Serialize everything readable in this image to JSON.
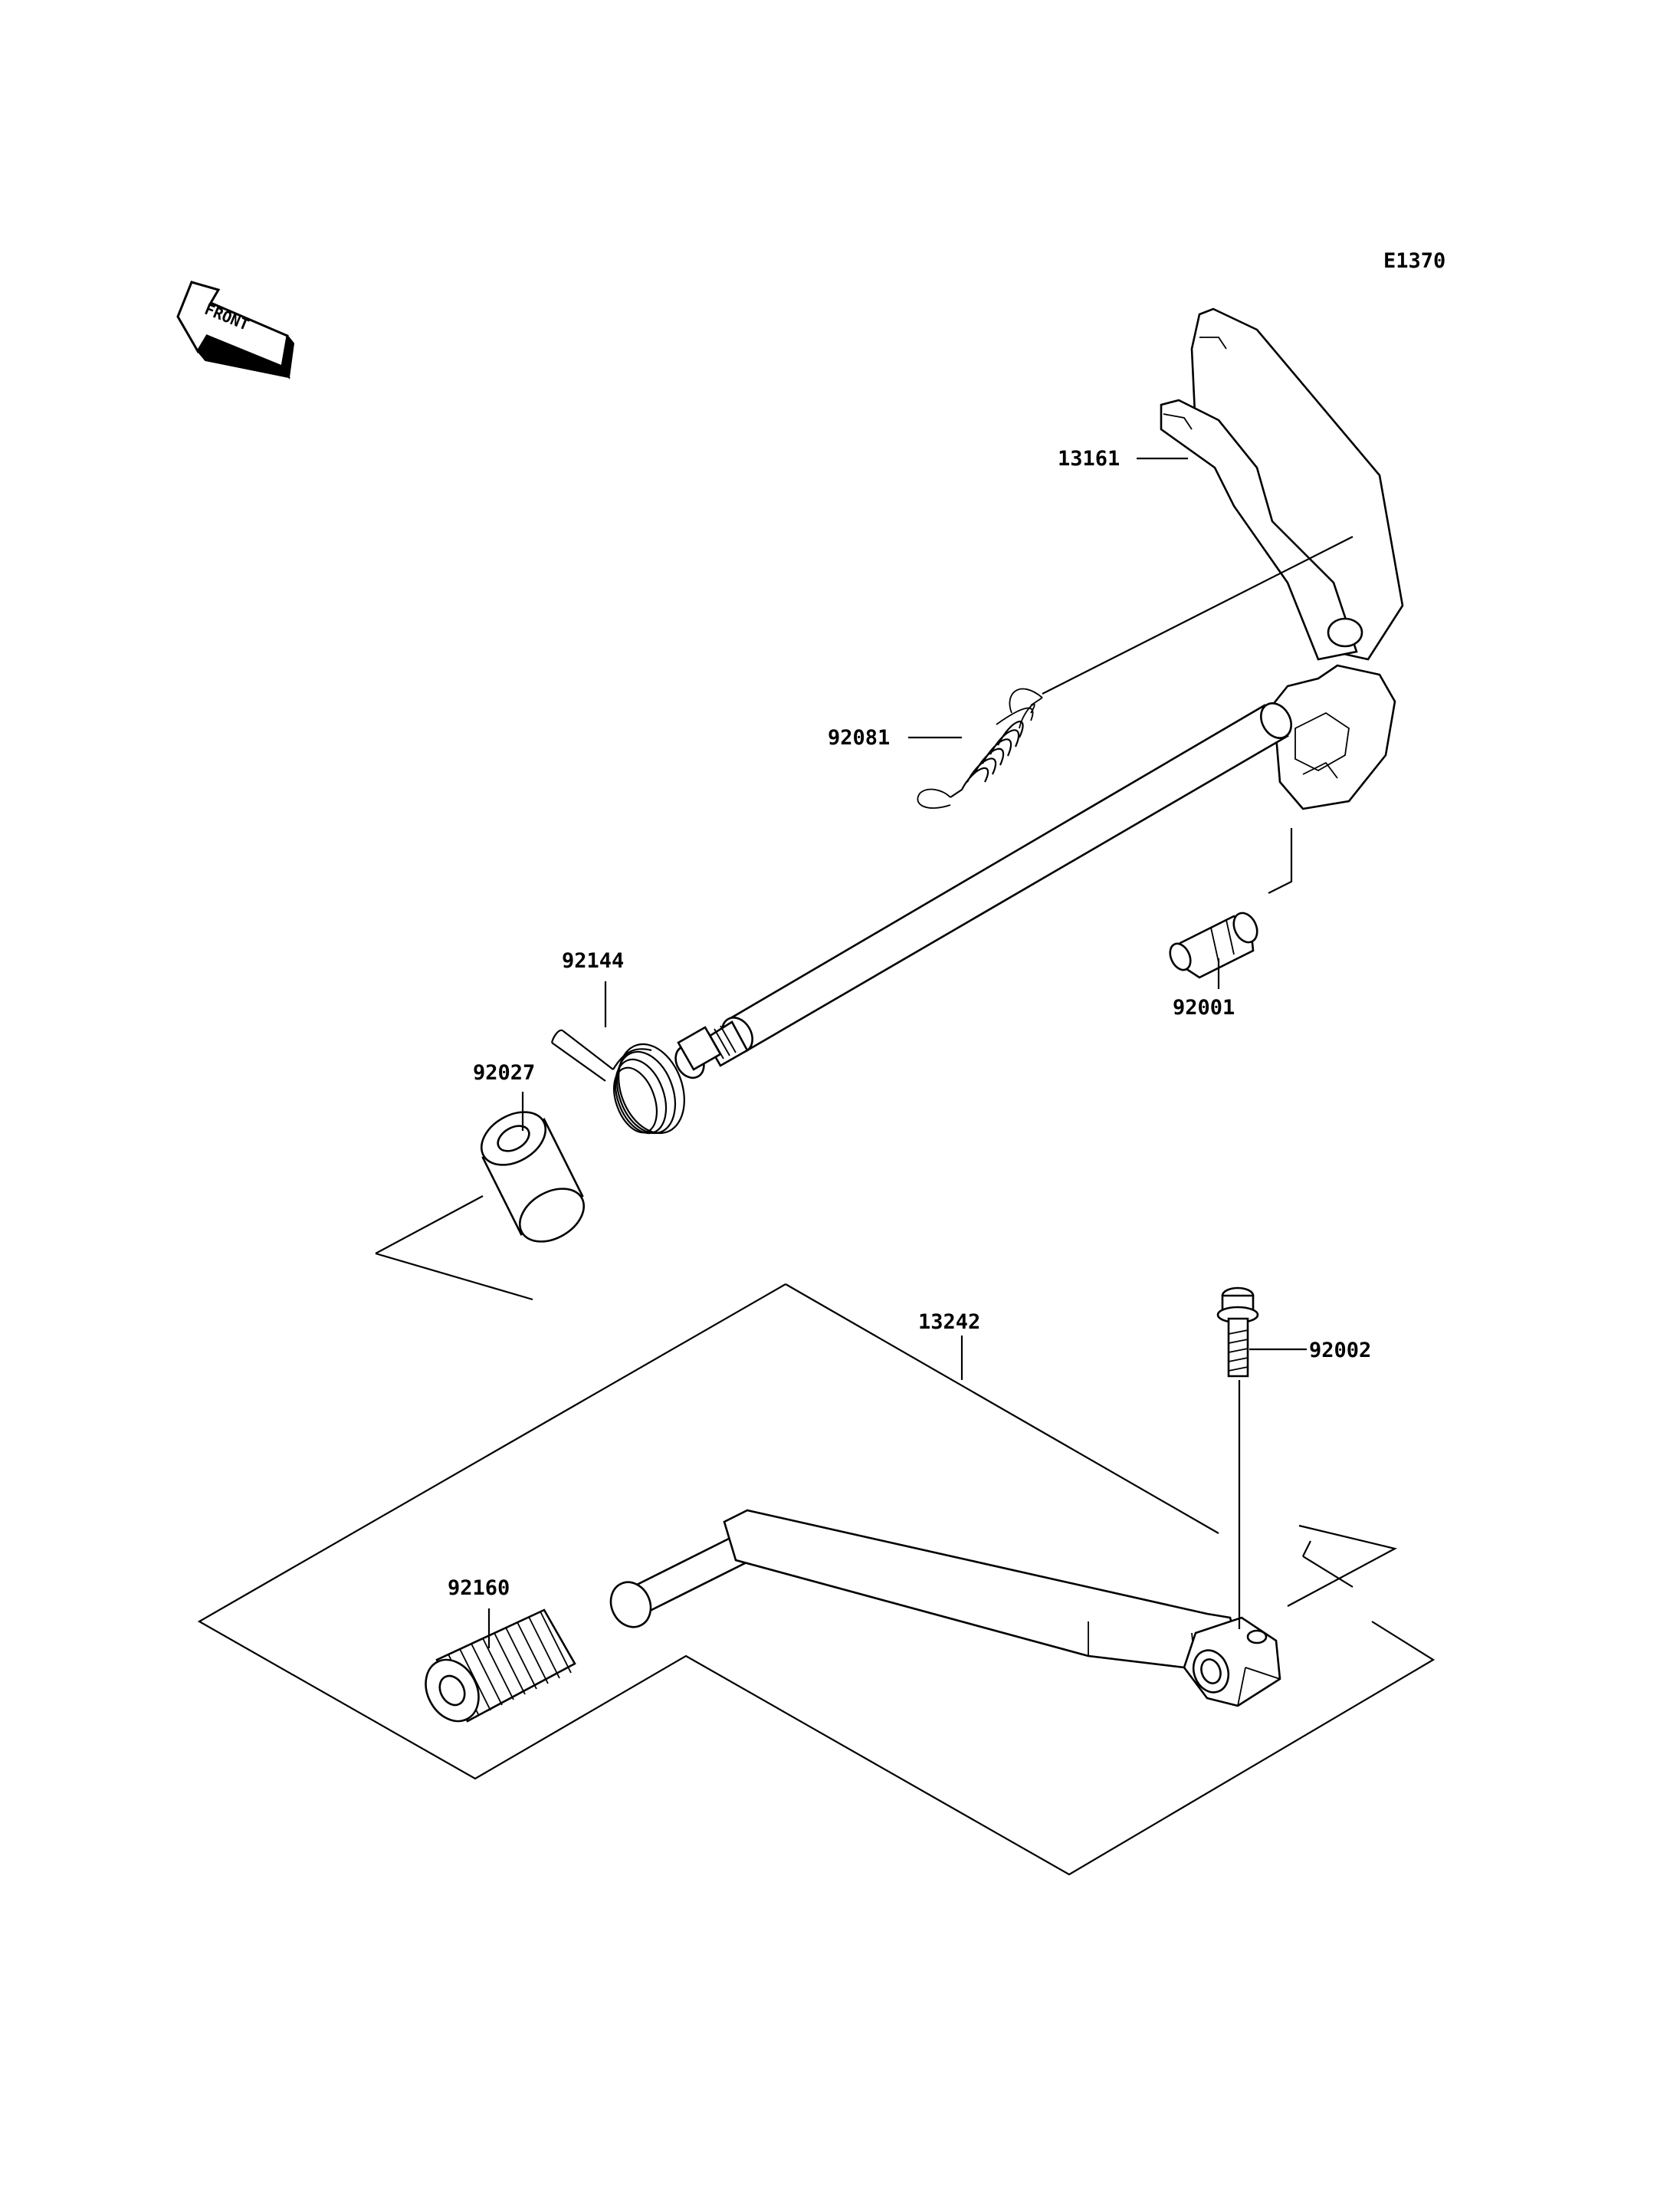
{
  "diagram": {
    "code": "E1370",
    "front_label": "FRONT",
    "parts": [
      {
        "number": "13161"
      },
      {
        "number": "92081"
      },
      {
        "number": "92144"
      },
      {
        "number": "92001"
      },
      {
        "number": "92027"
      },
      {
        "number": "13242"
      },
      {
        "number": "92002"
      },
      {
        "number": "92160"
      }
    ]
  }
}
